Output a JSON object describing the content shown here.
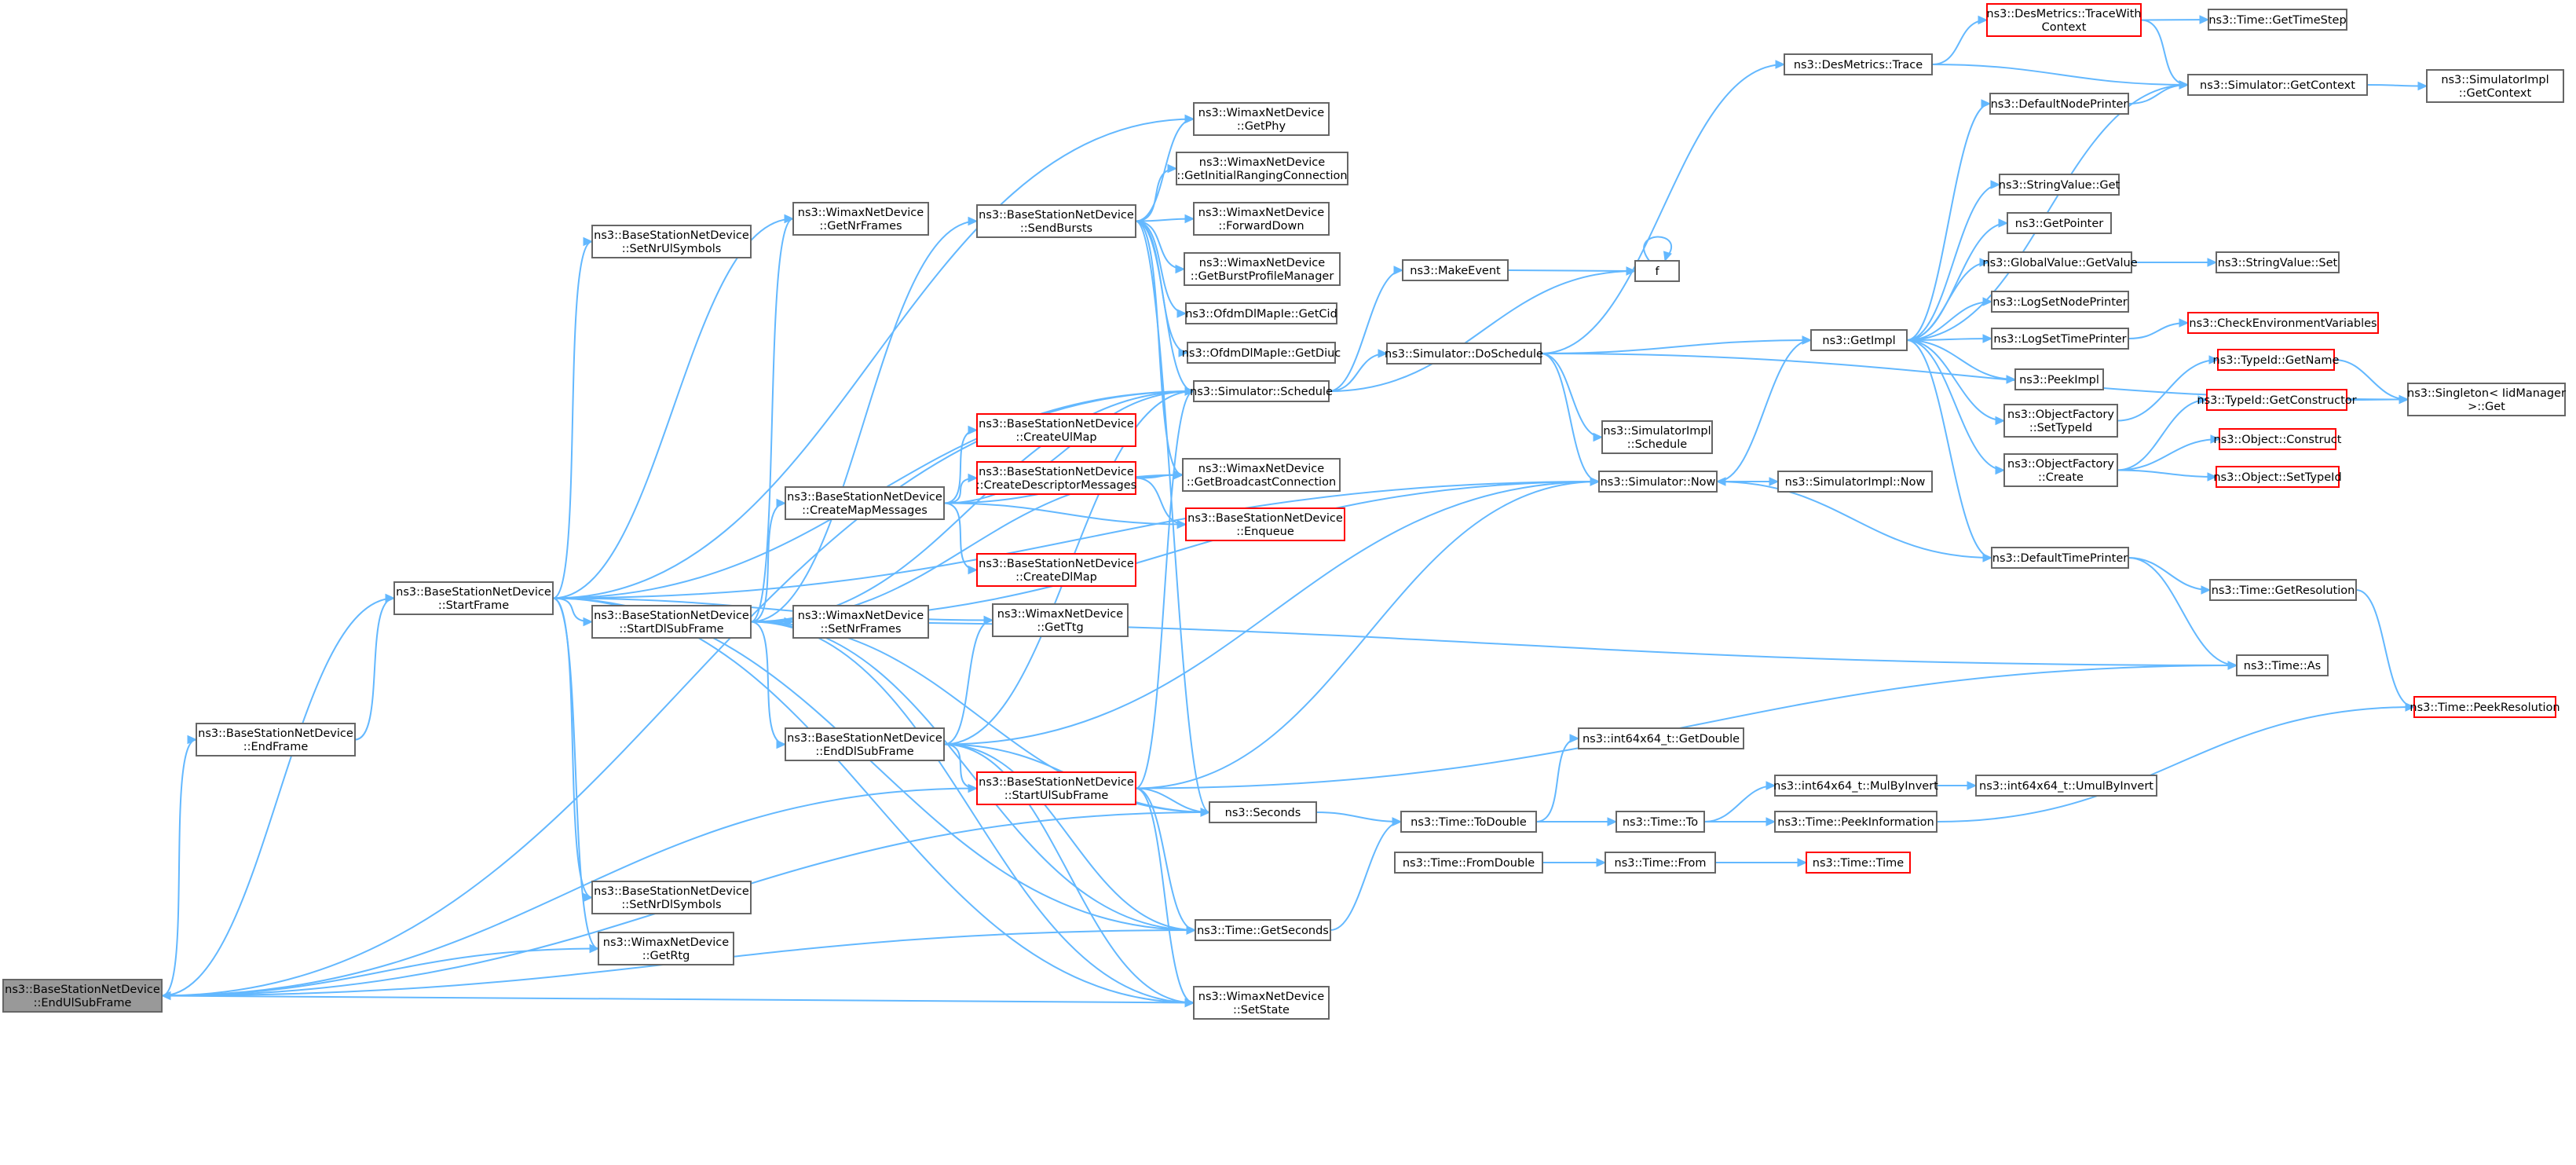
{
  "graph": {
    "colors": {
      "edge": "#63b8ff",
      "node_border": "#666666",
      "node_red_border": "#ff0000",
      "root_fill": "#999999",
      "node_fill": "#ffffff"
    },
    "nodes": [
      {
        "id": "root",
        "lines": [
          "ns3::BaseStationNetDevice",
          "::EndUlSubFrame"
        ],
        "variant": "root"
      },
      {
        "id": "endFrame",
        "lines": [
          "ns3::BaseStationNetDevice",
          "::EndFrame"
        ],
        "variant": "normal"
      },
      {
        "id": "startFrame",
        "lines": [
          "ns3::BaseStationNetDevice",
          "::StartFrame"
        ],
        "variant": "normal"
      },
      {
        "id": "setNrUlSymbols",
        "lines": [
          "ns3::BaseStationNetDevice",
          "::SetNrUlSymbols"
        ],
        "variant": "normal"
      },
      {
        "id": "startDl",
        "lines": [
          "ns3::BaseStationNetDevice",
          "::StartDlSubFrame"
        ],
        "variant": "normal"
      },
      {
        "id": "setNrDlSymbols",
        "lines": [
          "ns3::BaseStationNetDevice",
          "::SetNrDlSymbols"
        ],
        "variant": "normal"
      },
      {
        "id": "getRtg",
        "lines": [
          "ns3::WimaxNetDevice",
          "::GetRtg"
        ],
        "variant": "normal"
      },
      {
        "id": "getNrFrames",
        "lines": [
          "ns3::WimaxNetDevice",
          "::GetNrFrames"
        ],
        "variant": "normal"
      },
      {
        "id": "sendBursts",
        "lines": [
          "ns3::BaseStationNetDevice",
          "::SendBursts"
        ],
        "variant": "normal"
      },
      {
        "id": "createMap",
        "lines": [
          "ns3::BaseStationNetDevice",
          "::CreateMapMessages"
        ],
        "variant": "normal"
      },
      {
        "id": "setNrFrames",
        "lines": [
          "ns3::WimaxNetDevice",
          "::SetNrFrames"
        ],
        "variant": "normal"
      },
      {
        "id": "endDl",
        "lines": [
          "ns3::BaseStationNetDevice",
          "::EndDlSubFrame"
        ],
        "variant": "normal"
      },
      {
        "id": "startUl",
        "lines": [
          "ns3::BaseStationNetDevice",
          "::StartUlSubFrame"
        ],
        "variant": "red"
      },
      {
        "id": "createUlMap",
        "lines": [
          "ns3::BaseStationNetDevice",
          "::CreateUlMap"
        ],
        "variant": "red"
      },
      {
        "id": "createDesc",
        "lines": [
          "ns3::BaseStationNetDevice",
          "::CreateDescriptorMessages"
        ],
        "variant": "red"
      },
      {
        "id": "createDlMap",
        "lines": [
          "ns3::BaseStationNetDevice",
          "::CreateDlMap"
        ],
        "variant": "red"
      },
      {
        "id": "getPhy",
        "lines": [
          "ns3::WimaxNetDevice",
          "::GetPhy"
        ],
        "variant": "normal"
      },
      {
        "id": "getInitRanging",
        "lines": [
          "ns3::WimaxNetDevice",
          "::GetInitialRangingConnection"
        ],
        "variant": "normal"
      },
      {
        "id": "forwardDown",
        "lines": [
          "ns3::WimaxNetDevice",
          "::ForwardDown"
        ],
        "variant": "normal"
      },
      {
        "id": "getBurstProfile",
        "lines": [
          "ns3::WimaxNetDevice",
          "::GetBurstProfileManager"
        ],
        "variant": "normal"
      },
      {
        "id": "getCid",
        "lines": [
          "ns3::OfdmDlMapIe::GetCid"
        ],
        "variant": "normal"
      },
      {
        "id": "getDiuc",
        "lines": [
          "ns3::OfdmDlMapIe::GetDiuc"
        ],
        "variant": "normal"
      },
      {
        "id": "schedule",
        "lines": [
          "ns3::Simulator::Schedule"
        ],
        "variant": "normal"
      },
      {
        "id": "getBroadcast",
        "lines": [
          "ns3::WimaxNetDevice",
          "::GetBroadcastConnection"
        ],
        "variant": "normal"
      },
      {
        "id": "enqueue",
        "lines": [
          "ns3::BaseStationNetDevice",
          "::Enqueue"
        ],
        "variant": "red"
      },
      {
        "id": "getTtg",
        "lines": [
          "ns3::WimaxNetDevice",
          "::GetTtg"
        ],
        "variant": "normal"
      },
      {
        "id": "seconds",
        "lines": [
          "ns3::Seconds"
        ],
        "variant": "normal"
      },
      {
        "id": "getSeconds",
        "lines": [
          "ns3::Time::GetSeconds"
        ],
        "variant": "normal"
      },
      {
        "id": "setState",
        "lines": [
          "ns3::WimaxNetDevice",
          "::SetState"
        ],
        "variant": "normal"
      },
      {
        "id": "makeEvent",
        "lines": [
          "ns3::MakeEvent"
        ],
        "variant": "normal"
      },
      {
        "id": "doSchedule",
        "lines": [
          "ns3::Simulator::DoSchedule"
        ],
        "variant": "normal"
      },
      {
        "id": "f",
        "lines": [
          "f"
        ],
        "variant": "normal"
      },
      {
        "id": "simImplSchedule",
        "lines": [
          "ns3::SimulatorImpl",
          "::Schedule"
        ],
        "variant": "normal"
      },
      {
        "id": "now",
        "lines": [
          "ns3::Simulator::Now"
        ],
        "variant": "normal"
      },
      {
        "id": "simImplNow",
        "lines": [
          "ns3::SimulatorImpl::Now"
        ],
        "variant": "normal"
      },
      {
        "id": "desTrace",
        "lines": [
          "ns3::DesMetrics::Trace"
        ],
        "variant": "normal"
      },
      {
        "id": "traceWithContext",
        "lines": [
          "ns3::DesMetrics::TraceWith",
          "Context"
        ],
        "variant": "red"
      },
      {
        "id": "getTimeStep",
        "lines": [
          "ns3::Time::GetTimeStep"
        ],
        "variant": "normal"
      },
      {
        "id": "getContext",
        "lines": [
          "ns3::Simulator::GetContext"
        ],
        "variant": "normal"
      },
      {
        "id": "simImplGetContext",
        "lines": [
          "ns3::SimulatorImpl",
          "::GetContext"
        ],
        "variant": "normal"
      },
      {
        "id": "getImpl",
        "lines": [
          "ns3::GetImpl"
        ],
        "variant": "normal"
      },
      {
        "id": "defNodePrinter",
        "lines": [
          "ns3::DefaultNodePrinter"
        ],
        "variant": "normal"
      },
      {
        "id": "strValGet",
        "lines": [
          "ns3::StringValue::Get"
        ],
        "variant": "normal"
      },
      {
        "id": "getPointer",
        "lines": [
          "ns3::GetPointer"
        ],
        "variant": "normal"
      },
      {
        "id": "gvGetValue",
        "lines": [
          "ns3::GlobalValue::GetValue"
        ],
        "variant": "normal"
      },
      {
        "id": "strValSet",
        "lines": [
          "ns3::StringValue::Set"
        ],
        "variant": "normal"
      },
      {
        "id": "logSetNode",
        "lines": [
          "ns3::LogSetNodePrinter"
        ],
        "variant": "normal"
      },
      {
        "id": "logSetTime",
        "lines": [
          "ns3::LogSetTimePrinter"
        ],
        "variant": "normal"
      },
      {
        "id": "checkEnv",
        "lines": [
          "ns3::CheckEnvironmentVariables"
        ],
        "variant": "red"
      },
      {
        "id": "peekImpl",
        "lines": [
          "ns3::PeekImpl"
        ],
        "variant": "normal"
      },
      {
        "id": "ofSetTypeId",
        "lines": [
          "ns3::ObjectFactory",
          "::SetTypeId"
        ],
        "variant": "normal"
      },
      {
        "id": "typeIdGetName",
        "lines": [
          "ns3::TypeId::GetName"
        ],
        "variant": "red"
      },
      {
        "id": "singletonGet",
        "lines": [
          "ns3::Singleton< IidManager",
          ">::Get"
        ],
        "variant": "normal"
      },
      {
        "id": "typeIdGetCtor",
        "lines": [
          "ns3::TypeId::GetConstructor"
        ],
        "variant": "red"
      },
      {
        "id": "ofCreate",
        "lines": [
          "ns3::ObjectFactory",
          "::Create"
        ],
        "variant": "normal"
      },
      {
        "id": "objConstruct",
        "lines": [
          "ns3::Object::Construct"
        ],
        "variant": "red"
      },
      {
        "id": "objSetTypeId",
        "lines": [
          "ns3::Object::SetTypeId"
        ],
        "variant": "red"
      },
      {
        "id": "defTimePrinter",
        "lines": [
          "ns3::DefaultTimePrinter"
        ],
        "variant": "normal"
      },
      {
        "id": "getResolution",
        "lines": [
          "ns3::Time::GetResolution"
        ],
        "variant": "normal"
      },
      {
        "id": "timeAs",
        "lines": [
          "ns3::Time::As"
        ],
        "variant": "normal"
      },
      {
        "id": "peekResolution",
        "lines": [
          "ns3::Time::PeekResolution"
        ],
        "variant": "red"
      },
      {
        "id": "i64GetDouble",
        "lines": [
          "ns3::int64x64_t::GetDouble"
        ],
        "variant": "normal"
      },
      {
        "id": "toDouble",
        "lines": [
          "ns3::Time::ToDouble"
        ],
        "variant": "normal"
      },
      {
        "id": "timeTo",
        "lines": [
          "ns3::Time::To"
        ],
        "variant": "normal"
      },
      {
        "id": "mulByInvert",
        "lines": [
          "ns3::int64x64_t::MulByInvert"
        ],
        "variant": "normal"
      },
      {
        "id": "umulByInvert",
        "lines": [
          "ns3::int64x64_t::UmulByInvert"
        ],
        "variant": "normal"
      },
      {
        "id": "peekInfo",
        "lines": [
          "ns3::Time::PeekInformation"
        ],
        "variant": "normal"
      },
      {
        "id": "fromDouble",
        "lines": [
          "ns3::Time::FromDouble"
        ],
        "variant": "normal"
      },
      {
        "id": "timeFrom",
        "lines": [
          "ns3::Time::From"
        ],
        "variant": "normal"
      },
      {
        "id": "timeTime",
        "lines": [
          "ns3::Time::Time"
        ],
        "variant": "red"
      }
    ],
    "edges": [
      [
        "root",
        "endFrame"
      ],
      [
        "root",
        "startFrame"
      ],
      [
        "root",
        "getRtg"
      ],
      [
        "root",
        "seconds"
      ],
      [
        "root",
        "getSeconds"
      ],
      [
        "root",
        "setState"
      ],
      [
        "root",
        "schedule"
      ],
      [
        "endFrame",
        "startFrame"
      ],
      [
        "startFrame",
        "setNrUlSymbols"
      ],
      [
        "startFrame",
        "startDl"
      ],
      [
        "startFrame",
        "setNrDlSymbols"
      ],
      [
        "startFrame",
        "getRtg"
      ],
      [
        "startFrame",
        "getNrFrames"
      ],
      [
        "startFrame",
        "getPhy"
      ],
      [
        "startFrame",
        "getTtg"
      ],
      [
        "startFrame",
        "now"
      ],
      [
        "startFrame",
        "schedule"
      ],
      [
        "startFrame",
        "setState"
      ],
      [
        "startFrame",
        "getSeconds"
      ],
      [
        "startDl",
        "getNrFrames"
      ],
      [
        "startDl",
        "sendBursts"
      ],
      [
        "startDl",
        "createMap"
      ],
      [
        "startDl",
        "setNrFrames"
      ],
      [
        "startDl",
        "endDl"
      ],
      [
        "startDl",
        "timeAs"
      ],
      [
        "startDl",
        "now"
      ],
      [
        "startDl",
        "schedule"
      ],
      [
        "startDl",
        "getBroadcast"
      ],
      [
        "startDl",
        "seconds"
      ],
      [
        "startDl",
        "getSeconds"
      ],
      [
        "startDl",
        "setState"
      ],
      [
        "sendBursts",
        "getPhy"
      ],
      [
        "sendBursts",
        "getInitRanging"
      ],
      [
        "sendBursts",
        "forwardDown"
      ],
      [
        "sendBursts",
        "getBurstProfile"
      ],
      [
        "sendBursts",
        "getCid"
      ],
      [
        "sendBursts",
        "getDiuc"
      ],
      [
        "sendBursts",
        "schedule"
      ],
      [
        "sendBursts",
        "getBroadcast"
      ],
      [
        "sendBursts",
        "seconds"
      ],
      [
        "createMap",
        "createUlMap"
      ],
      [
        "createMap",
        "createDesc"
      ],
      [
        "createMap",
        "createDlMap"
      ],
      [
        "createMap",
        "enqueue"
      ],
      [
        "createMap",
        "getBroadcast"
      ],
      [
        "createMap",
        "schedule"
      ],
      [
        "createDesc",
        "getBroadcast"
      ],
      [
        "createDesc",
        "enqueue"
      ],
      [
        "endDl",
        "startUl"
      ],
      [
        "endDl",
        "getTtg"
      ],
      [
        "endDl",
        "schedule"
      ],
      [
        "endDl",
        "seconds"
      ],
      [
        "endDl",
        "getSeconds"
      ],
      [
        "endDl",
        "setState"
      ],
      [
        "endDl",
        "now"
      ],
      [
        "startUl",
        "root"
      ],
      [
        "startUl",
        "seconds"
      ],
      [
        "startUl",
        "getSeconds"
      ],
      [
        "startUl",
        "setState"
      ],
      [
        "startUl",
        "now"
      ],
      [
        "startUl",
        "schedule"
      ],
      [
        "startUl",
        "timeAs"
      ],
      [
        "schedule",
        "makeEvent"
      ],
      [
        "schedule",
        "doSchedule"
      ],
      [
        "schedule",
        "f"
      ],
      [
        "makeEvent",
        "f"
      ],
      [
        "f",
        "f"
      ],
      [
        "doSchedule",
        "simImplSchedule"
      ],
      [
        "doSchedule",
        "now"
      ],
      [
        "doSchedule",
        "getImpl"
      ],
      [
        "doSchedule",
        "desTrace"
      ],
      [
        "doSchedule",
        "singletonGet"
      ],
      [
        "now",
        "simImplNow"
      ],
      [
        "now",
        "getImpl"
      ],
      [
        "desTrace",
        "traceWithContext"
      ],
      [
        "desTrace",
        "getContext"
      ],
      [
        "traceWithContext",
        "getTimeStep"
      ],
      [
        "traceWithContext",
        "getContext"
      ],
      [
        "getContext",
        "simImplGetContext"
      ],
      [
        "getImpl",
        "defNodePrinter"
      ],
      [
        "getImpl",
        "strValGet"
      ],
      [
        "getImpl",
        "getPointer"
      ],
      [
        "getImpl",
        "gvGetValue"
      ],
      [
        "getImpl",
        "logSetNode"
      ],
      [
        "getImpl",
        "logSetTime"
      ],
      [
        "getImpl",
        "peekImpl"
      ],
      [
        "getImpl",
        "ofSetTypeId"
      ],
      [
        "getImpl",
        "ofCreate"
      ],
      [
        "getImpl",
        "defTimePrinter"
      ],
      [
        "getImpl",
        "getContext"
      ],
      [
        "defNodePrinter",
        "getContext"
      ],
      [
        "gvGetValue",
        "strValSet"
      ],
      [
        "logSetTime",
        "checkEnv"
      ],
      [
        "ofSetTypeId",
        "typeIdGetName"
      ],
      [
        "typeIdGetName",
        "singletonGet"
      ],
      [
        "typeIdGetCtor",
        "singletonGet"
      ],
      [
        "ofCreate",
        "typeIdGetCtor"
      ],
      [
        "ofCreate",
        "objConstruct"
      ],
      [
        "ofCreate",
        "objSetTypeId"
      ],
      [
        "defTimePrinter",
        "now"
      ],
      [
        "defTimePrinter",
        "getResolution"
      ],
      [
        "defTimePrinter",
        "timeAs"
      ],
      [
        "getResolution",
        "peekResolution"
      ],
      [
        "seconds",
        "toDouble"
      ],
      [
        "getSeconds",
        "toDouble"
      ],
      [
        "toDouble",
        "i64GetDouble"
      ],
      [
        "toDouble",
        "timeTo"
      ],
      [
        "timeTo",
        "mulByInvert"
      ],
      [
        "timeTo",
        "peekInfo"
      ],
      [
        "mulByInvert",
        "umulByInvert"
      ],
      [
        "peekInfo",
        "peekResolution"
      ],
      [
        "fromDouble",
        "timeFrom"
      ],
      [
        "timeFrom",
        "timeTime"
      ]
    ]
  }
}
